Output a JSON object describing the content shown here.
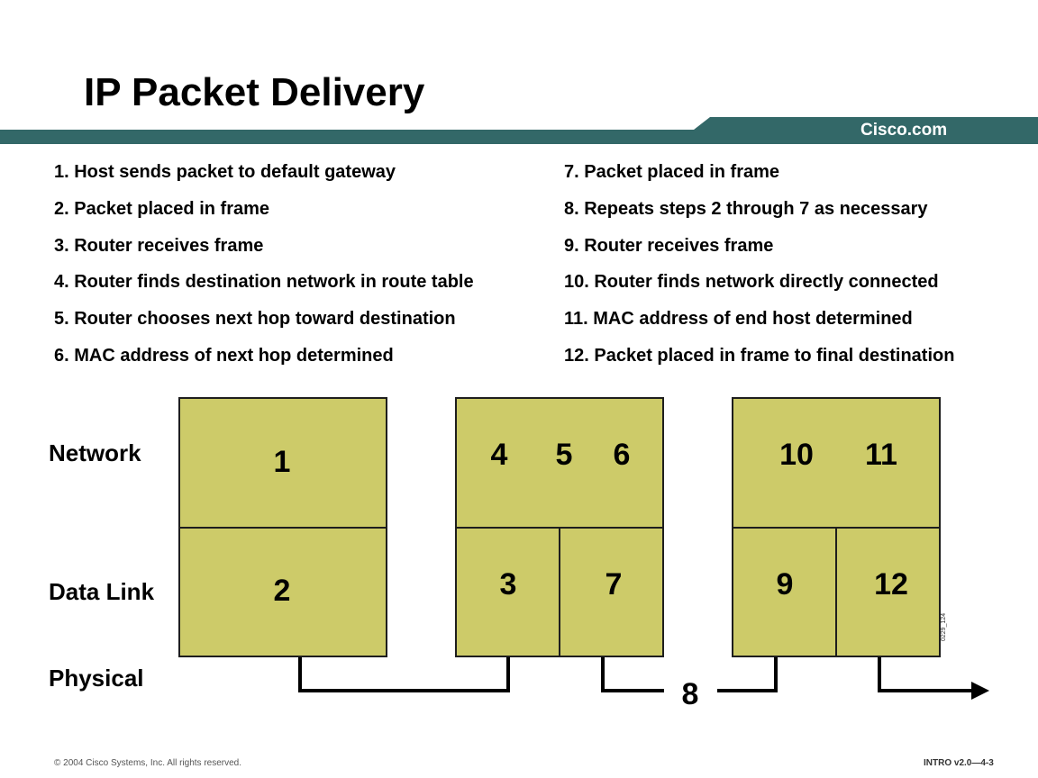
{
  "title": "IP Packet Delivery",
  "brand": "Cisco.com",
  "colors": {
    "banner": "#336868",
    "box_fill": "#cdcb69",
    "box_border": "#1e1e1e"
  },
  "steps_left": [
    "1. Host sends packet to default gateway",
    "2. Packet placed in frame",
    "3. Router receives frame",
    "4. Router finds destination network in route table",
    "5. Router chooses next hop toward destination",
    "6. MAC address of next hop determined"
  ],
  "steps_right": [
    "7. Packet placed in frame",
    "8. Repeats steps 2 through 7 as necessary",
    "9. Router receives frame",
    "10. Router finds network directly connected",
    "11. MAC address of end host determined",
    "12. Packet placed in frame to final destination"
  ],
  "layers": {
    "network": "Network",
    "data_link": "Data Link",
    "physical": "Physical"
  },
  "diagram": {
    "host_network": "1",
    "host_data_link": "2",
    "router1_network": [
      "4",
      "5",
      "6"
    ],
    "router1_data_link_in": "3",
    "router1_data_link_out": "7",
    "router2_network": [
      "10",
      "11"
    ],
    "router2_data_link_in": "9",
    "router2_data_link_out": "12",
    "link_step": "8"
  },
  "figure_id": "0229_124",
  "footer": {
    "copyright": "© 2004 Cisco Systems, Inc. All rights reserved.",
    "course": "INTRO v2.0—4-3"
  }
}
